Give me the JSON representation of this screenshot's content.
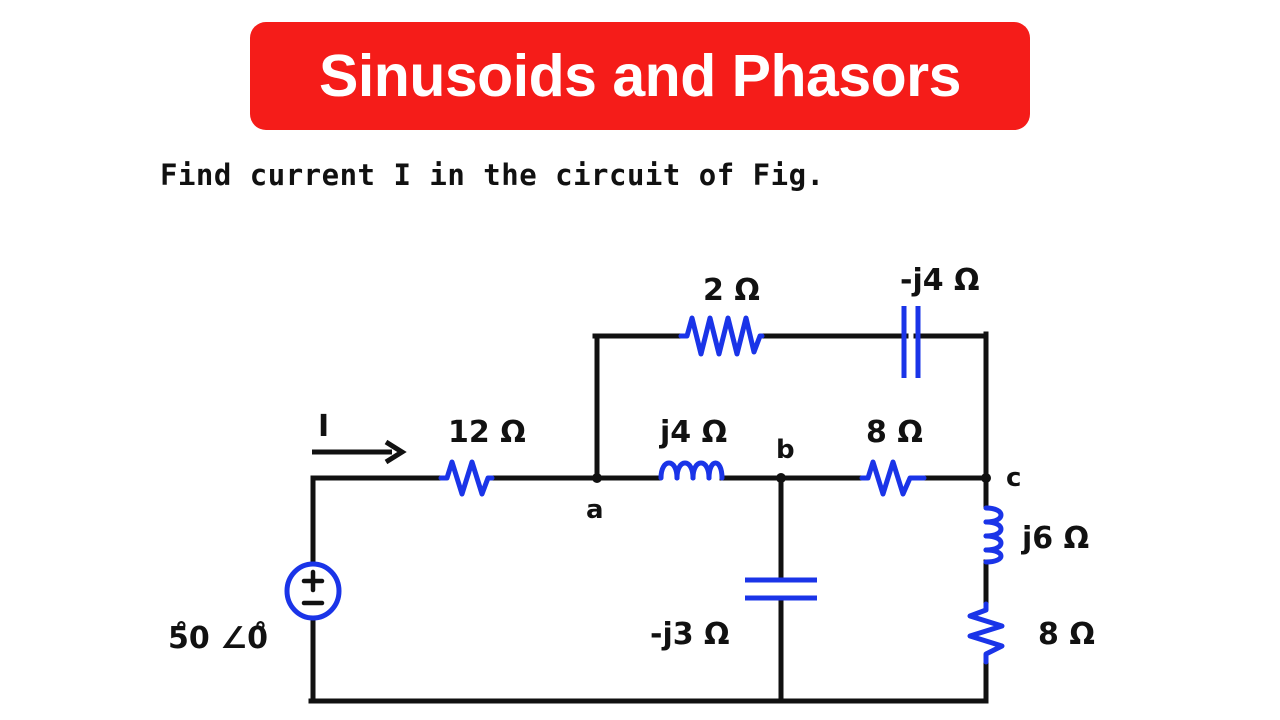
{
  "title": {
    "text": "Sinusoids and Phasors",
    "banner_color": "#f51c19",
    "text_color": "#ffffff"
  },
  "subtitle": {
    "text": "Find current I in the circuit of Fig."
  },
  "circuit": {
    "wire_color": "#111111",
    "component_color": "#1a34e8",
    "current_label": "I",
    "source": {
      "label": "5̊0 ∠0̊",
      "plus": "+",
      "minus": "–"
    },
    "nodes": [
      {
        "name": "a",
        "label": "a"
      },
      {
        "name": "b",
        "label": "b"
      },
      {
        "name": "c",
        "label": "c"
      }
    ],
    "components": [
      {
        "name": "resistor-12",
        "label": "12 Ω",
        "type": "resistor",
        "branch": "series-input"
      },
      {
        "name": "resistor-2",
        "label": "2 Ω",
        "type": "resistor",
        "branch": "top"
      },
      {
        "name": "capacitor-j4",
        "label": "-j4 Ω",
        "type": "capacitor",
        "branch": "top"
      },
      {
        "name": "inductor-j4",
        "label": "j4 Ω",
        "type": "inductor",
        "branch": "middle-a-b"
      },
      {
        "name": "resistor-8-middle",
        "label": "8 Ω",
        "type": "resistor",
        "branch": "middle-b-c"
      },
      {
        "name": "capacitor-j3",
        "label": "-j3 Ω",
        "type": "capacitor",
        "branch": "shunt-b"
      },
      {
        "name": "inductor-j6",
        "label": "j6 Ω",
        "type": "inductor",
        "branch": "right-c"
      },
      {
        "name": "resistor-8-right",
        "label": "8 Ω",
        "type": "resistor",
        "branch": "right-c"
      }
    ]
  }
}
